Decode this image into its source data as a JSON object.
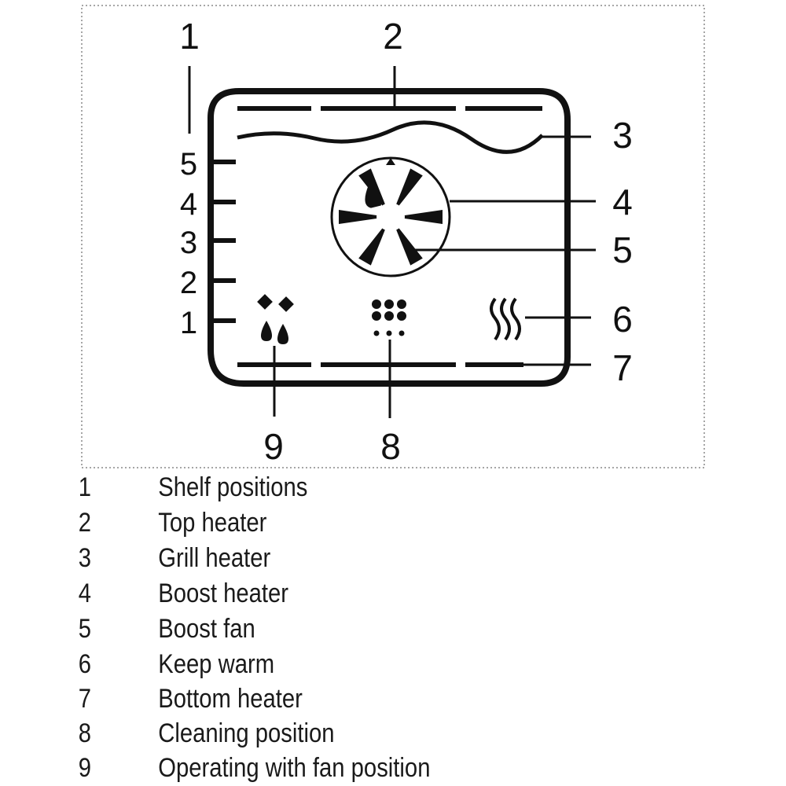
{
  "callouts": {
    "c1": "1",
    "c2": "2",
    "c3": "3",
    "c4": "4",
    "c5": "5",
    "c6": "6",
    "c7": "7",
    "c8": "8",
    "c9": "9"
  },
  "shelf_positions": [
    "5",
    "4",
    "3",
    "2",
    "1"
  ],
  "icons": {
    "fan": "fan-icon",
    "steam_drops": "water-drops-icon",
    "cleaning": "dot-grid-icon",
    "keep_warm": "heat-waves-icon"
  },
  "legend": [
    {
      "num": "1",
      "label": "Shelf positions"
    },
    {
      "num": "2",
      "label": "Top heater"
    },
    {
      "num": "3",
      "label": "Grill heater"
    },
    {
      "num": "4",
      "label": "Boost heater"
    },
    {
      "num": "5",
      "label": "Boost fan"
    },
    {
      "num": "6",
      "label": "Keep warm"
    },
    {
      "num": "7",
      "label": "Bottom heater"
    },
    {
      "num": "8",
      "label": "Cleaning position"
    },
    {
      "num": "9",
      "label": "Operating with fan position"
    }
  ]
}
